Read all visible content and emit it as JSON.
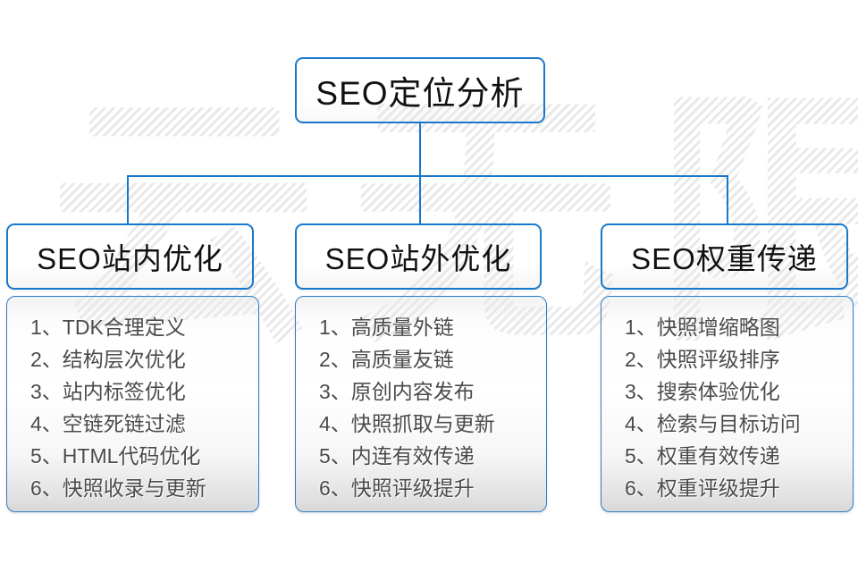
{
  "diagram": {
    "title": "SEO定位分析",
    "columns": [
      {
        "header": "SEO站内优化",
        "items": [
          "1、TDK合理定义",
          "2、结构层次优化",
          "3、站内标签优化",
          "4、空链死链过滤",
          "5、HTML代码优化",
          "6、快照收录与更新"
        ]
      },
      {
        "header": "SEO站外优化",
        "items": [
          "1、高质量外链",
          "2、高质量友链",
          "3、原创内容发布",
          "4、快照抓取与更新",
          "5、内连有效传递",
          "6、快照评级提升"
        ]
      },
      {
        "header": "SEO权重传递",
        "items": [
          "1、快照增缩略图",
          "2、快照评级排序",
          "3、搜索体验优化",
          "4、检索与目标访问",
          "5、权重有效传递",
          "6、权重评级提升"
        ]
      }
    ]
  },
  "watermark": {
    "text": "云无限"
  },
  "colors": {
    "accent_blue": "#1878cc",
    "box_background": "#ffffff",
    "header_text": "#111111",
    "item_text": "#4b4b4b",
    "watermark_gray": "#e9e9e9"
  }
}
